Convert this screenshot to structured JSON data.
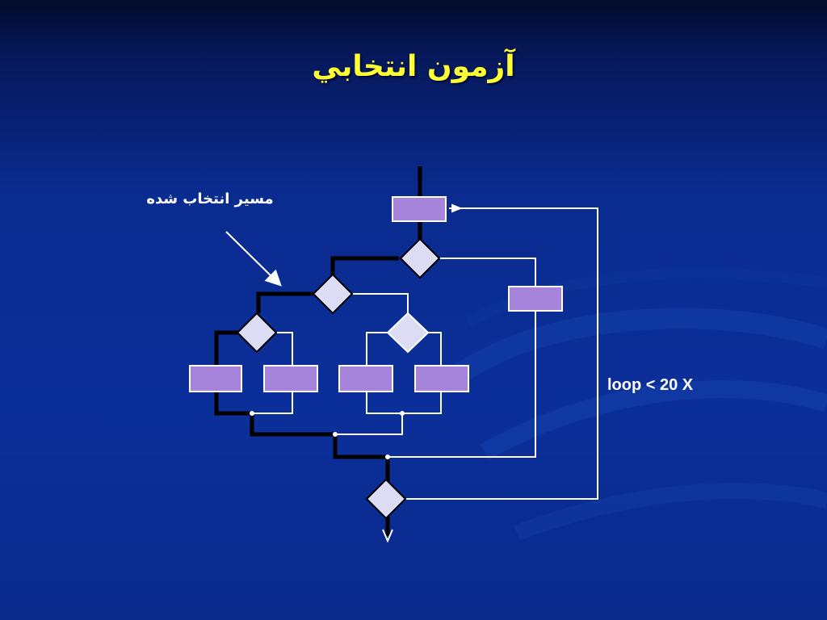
{
  "slide": {
    "title": "آزمون انتخابي",
    "annotation": "مسير انتخاب شده",
    "loop_label": "loop < 20 X"
  },
  "colors": {
    "title": "#ffff33",
    "box_fill": "#a784dc",
    "diamond_fill": "#dcdcf4",
    "line": "#ffffff",
    "selected_path": "#000000",
    "background": "#0a2b8f"
  },
  "diagram": {
    "process_boxes": 6,
    "decision_diamonds": 5
  }
}
